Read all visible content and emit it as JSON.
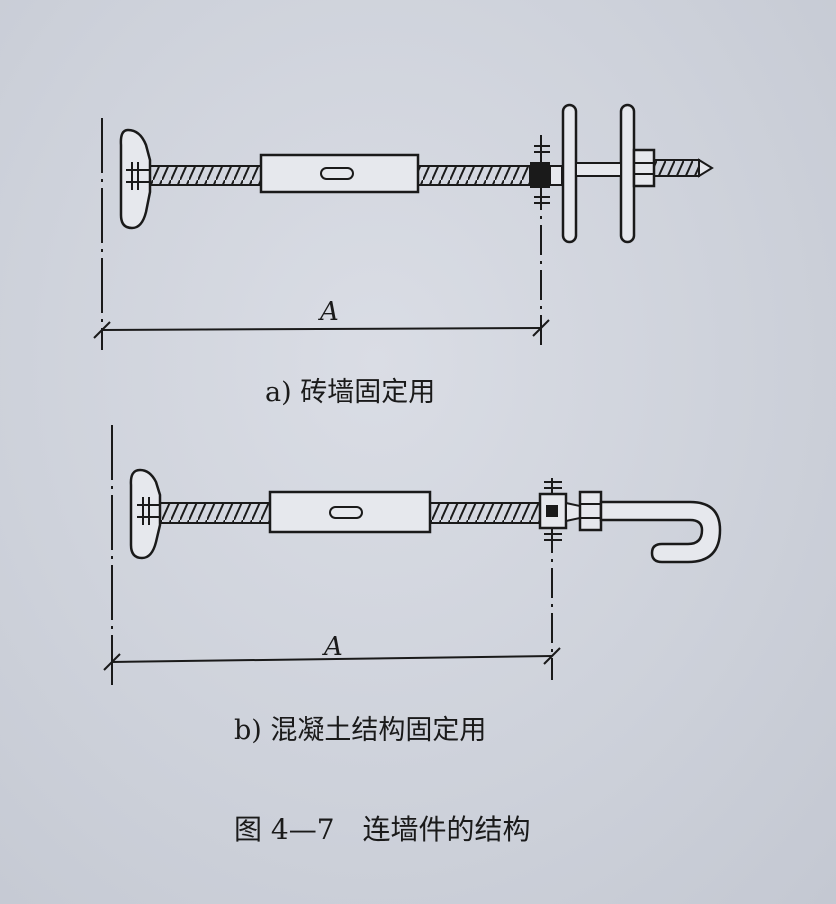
{
  "diagram_a": {
    "dimension_label": "A",
    "caption": "a) 砖墙固定用"
  },
  "diagram_b": {
    "dimension_label": "A",
    "caption": "b) 混凝土结构固定用"
  },
  "figure_caption": "图 4—7　连墙件的结构"
}
